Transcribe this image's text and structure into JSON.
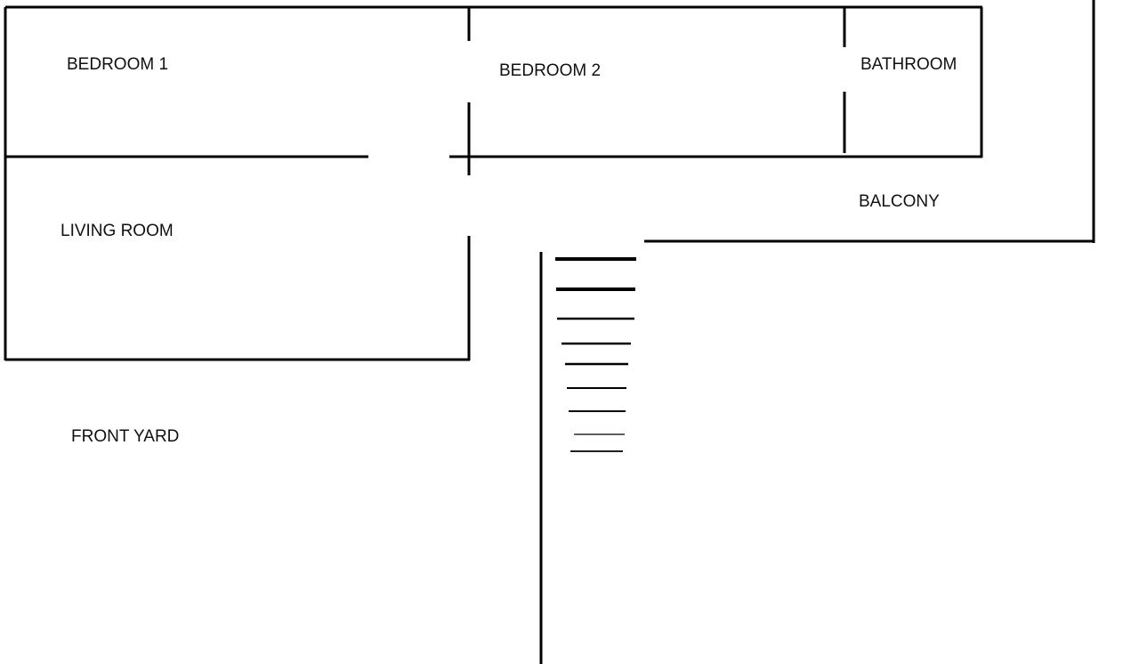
{
  "floor_plan": {
    "rooms": {
      "bedroom_1": "BEDROOM 1",
      "bedroom_2": "BEDROOM 2",
      "bathroom": "BATHROOM",
      "balcony": "BALCONY",
      "living_room": "LIVING ROOM",
      "front_yard": "FRONT YARD"
    },
    "stair_step_count": 9,
    "line_color": "#000000",
    "background_color": "#ffffff"
  }
}
